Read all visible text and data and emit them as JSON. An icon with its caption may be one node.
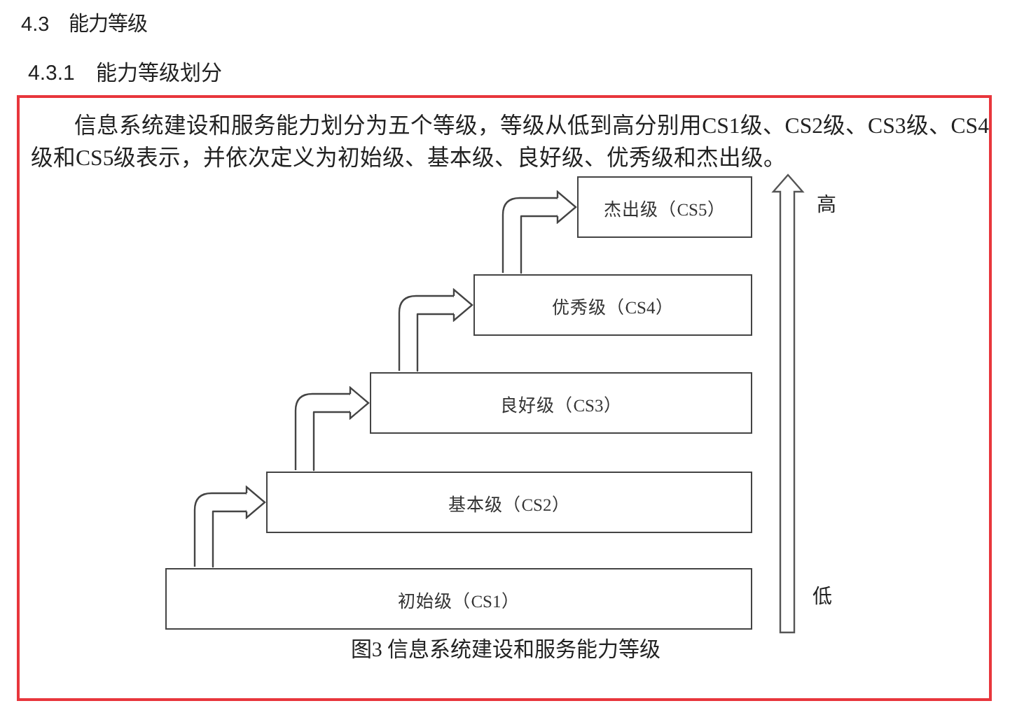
{
  "diagram": {
    "title": "4.3　能力等级",
    "caption": "图3 信息系统建设和服务能力等级",
    "nodes": [
      {
        "text": [
          "杰出级（CS5）"
        ]
      },
      {
        "text": [
          "优秀级（CS4）"
        ]
      },
      {
        "text": [
          "良好级（CS3）"
        ]
      },
      {
        "text": [
          "基本级（CS2）"
        ]
      },
      {
        "text": [
          "初始级（CS1）"
        ]
      }
    ],
    "edges": [
      {
        "from": 4,
        "to": 3,
        "arrow": "to"
      },
      {
        "from": 3,
        "to": 2,
        "arrow": "to"
      },
      {
        "from": 2,
        "to": 1,
        "arrow": "to"
      },
      {
        "from": 1,
        "to": 0,
        "arrow": "to"
      }
    ],
    "labels": [
      "4.3.1　能力等级划分",
      "信息系统建设和服务能力划分为五个等级，等级从低到高分别用CS1级、CS2级、CS3级、CS4级和CS5级表示，并依次定义为初始级、基本级、良好级、优秀级和杰出级。",
      "高",
      "低"
    ]
  }
}
